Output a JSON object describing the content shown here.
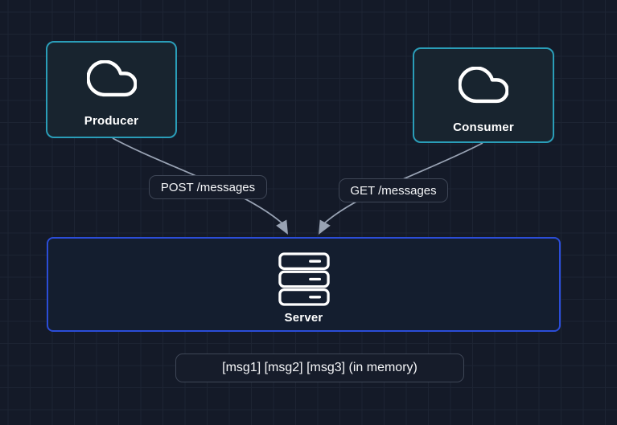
{
  "nodes": {
    "producer": {
      "label": "Producer",
      "icon": "cloud-icon",
      "accent": "#2a9db8"
    },
    "consumer": {
      "label": "Consumer",
      "icon": "cloud-icon",
      "accent": "#2a9db8"
    },
    "server": {
      "label": "Server",
      "icon": "server-icon",
      "accent": "#2b4dd8"
    }
  },
  "edges": [
    {
      "from": "Producer",
      "to": "Server",
      "label": "POST /messages"
    },
    {
      "from": "Consumer",
      "to": "Server",
      "label": "GET /messages"
    }
  ],
  "annotations": {
    "memory": "[msg1] [msg2] [msg3] (in memory)"
  },
  "colors": {
    "background": "#141a28",
    "grid_line": "#1d2433",
    "node_accent_teal": "#2a9db8",
    "server_accent_blue": "#2b4dd8",
    "connector": "#98a2b3",
    "label_border": "#3e4656",
    "text": "#f5f6f8",
    "node_fill": "#18242f",
    "server_fill": "#141e2f",
    "label_fill": "#161c2a"
  }
}
